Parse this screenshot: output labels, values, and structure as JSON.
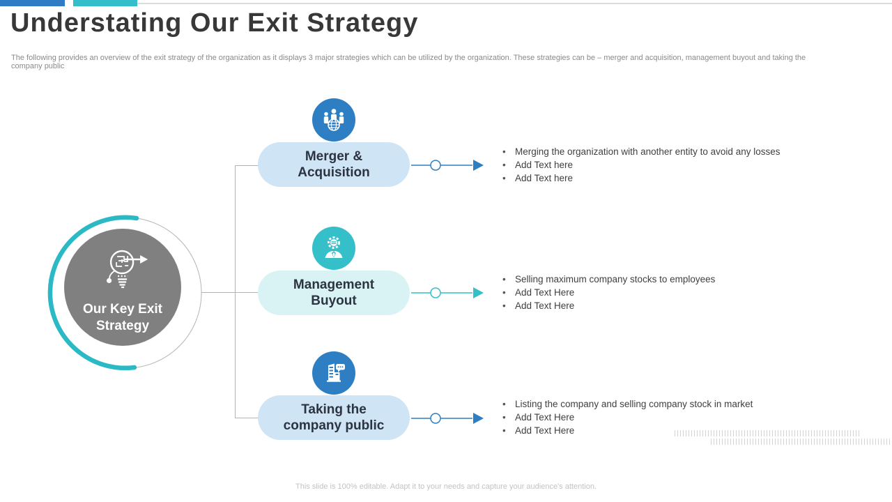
{
  "header": {
    "title": "Understating Our Exit Strategy",
    "subtitle": "The following provides an overview of the exit strategy of the organization as it displays 3 major strategies which can be utilized by the organization. These strategies can be – merger and acquisition, management buyout and taking the company public"
  },
  "hub": {
    "label": [
      "Our Key Exit",
      "Strategy"
    ],
    "icon": "bulb-maze-arrow-icon",
    "circle_color": "#808080",
    "arc_color": "#2cb9c6",
    "ring_color": "#b3b3b3"
  },
  "strategies": [
    {
      "label": [
        "Merger &",
        "Acquisition"
      ],
      "icon": "people-globe-icon",
      "accent": "#2d7ec3",
      "pill_color": "#cfe4f5",
      "bullets": [
        "Merging the organization with another entity to avoid any losses",
        "Add Text here",
        "Add Text here"
      ]
    },
    {
      "label": [
        "Management",
        "Buyout"
      ],
      "icon": "manager-gear-icon",
      "accent": "#35bfc9",
      "pill_color": "#d9f3f5",
      "bullets": [
        "Selling maximum company stocks to employees",
        "Add Text Here",
        "Add Text Here"
      ]
    },
    {
      "label": [
        "Taking the",
        "company public"
      ],
      "icon": "building-chat-icon",
      "accent": "#2d7ec3",
      "pill_color": "#cfe4f5",
      "bullets": [
        "Listing the company and selling company stock in market",
        "Add Text Here",
        "Add Text Here"
      ]
    }
  ],
  "footer": {
    "note": "This slide is 100% editable. Adapt it to your needs and capture your audience's attention."
  },
  "colors": {
    "top_bar_blue": "#2d7cc4",
    "top_bar_teal": "#33bec9",
    "top_line_gray": "#dcdcdc",
    "connector_gray": "#b3b3b3",
    "title_text": "#383838",
    "body_text": "#3f3f3f",
    "footer_text": "#c2c2c2"
  }
}
